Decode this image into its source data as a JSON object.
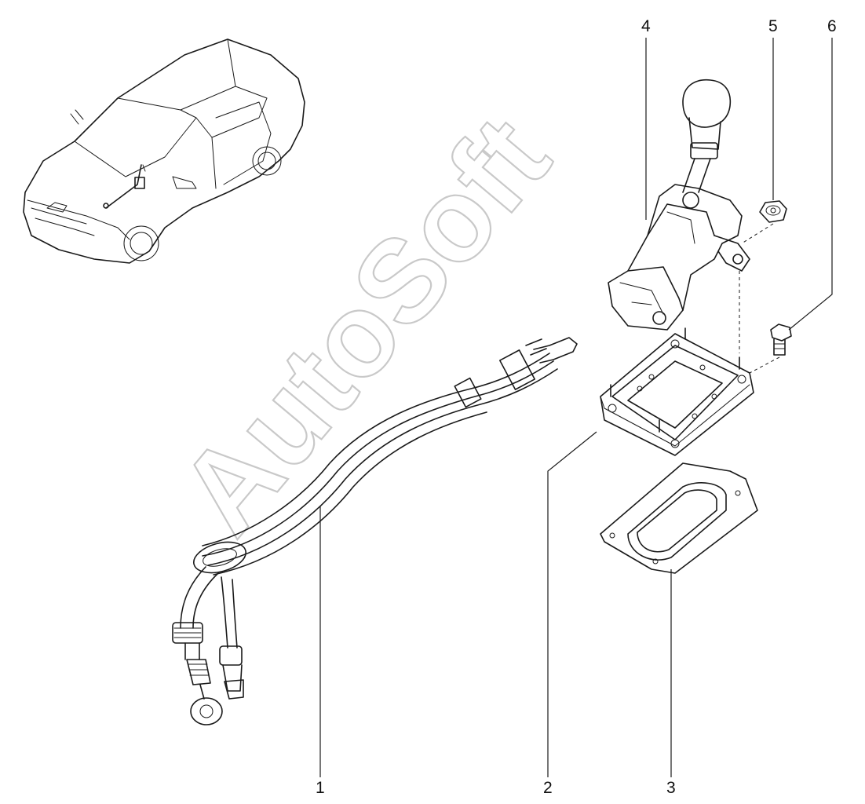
{
  "watermark": "AutoSoft",
  "callouts": [
    "1",
    "2",
    "3",
    "4",
    "5",
    "6"
  ],
  "colors": {
    "line": "#1a1a1a",
    "watermark": "#c9c9c9",
    "background": "#ffffff"
  }
}
